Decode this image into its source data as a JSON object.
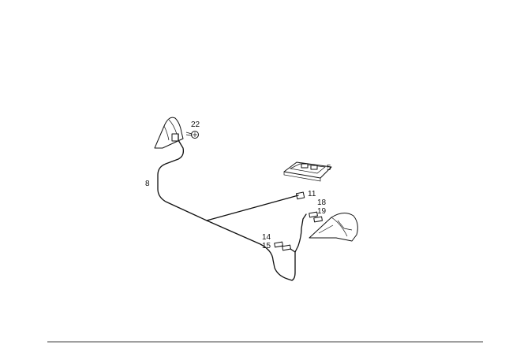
{
  "diagram": {
    "callouts": {
      "c22": "22",
      "c5": "5",
      "c8": "8",
      "c11": "11",
      "c18": "18",
      "c19": "19",
      "c14": "14",
      "c15": "15"
    }
  }
}
